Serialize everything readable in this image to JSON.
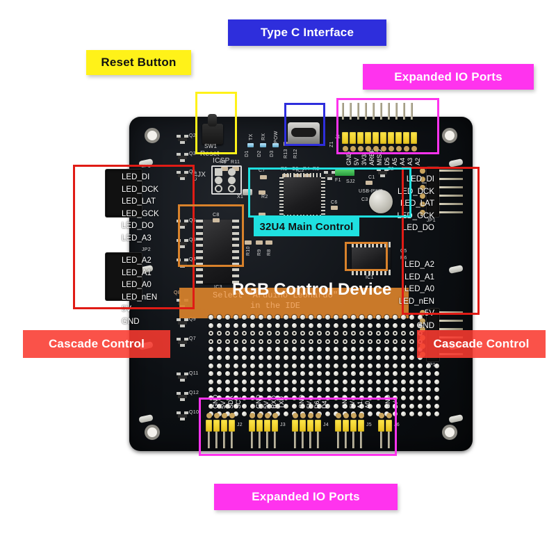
{
  "annotations": {
    "reset_button": {
      "label": "Reset Button",
      "color": "#FFF219",
      "text_color": "#111111"
    },
    "type_c": {
      "label": "Type C Interface",
      "color": "#2E2EDC",
      "text_color": "#ffffff"
    },
    "expanded_io_top": {
      "label": "Expanded IO Ports",
      "color": "#FF33EE",
      "text_color": "#ffffff"
    },
    "expanded_io_bottom": {
      "label": "Expanded IO Ports",
      "color": "#FF33EE",
      "text_color": "#ffffff"
    },
    "cascade_left": {
      "label": "Cascade Control",
      "color": "#F93A30",
      "text_color": "#ffffff"
    },
    "cascade_right": {
      "label": "Cascade Control",
      "color": "#F93A30",
      "text_color": "#ffffff"
    },
    "main_control": {
      "label": "32U4 Main Control",
      "color": "#1FE0E0",
      "text_color": "#111111"
    },
    "rgb_control": {
      "label": "RGB Control Device",
      "color": "#D9822B",
      "text_color": "#ffffff"
    }
  },
  "board": {
    "silkscreen_note_line1": "Select \"Arduino Leonardo\"",
    "silkscreen_note_line2": "in the IDE",
    "switch_ref": "SW1",
    "switch_label": "Reset",
    "icsp_label": "ICSP",
    "jx_label": "JX",
    "usb_pwr_label": "USB-PWR",
    "refs_top": [
      "TX",
      "RX",
      "POW",
      "D1",
      "D2",
      "D3",
      "R13",
      "R12",
      "R1",
      "R11",
      "R5",
      "C2",
      "R4",
      "R3",
      "Z1"
    ],
    "refs_center": [
      "C7",
      "IC2",
      "F1",
      "SJ2",
      "C1",
      "C3",
      "C6",
      "C4",
      "R2",
      "X1",
      "R7",
      "Z2"
    ],
    "refs_left": [
      "Q2",
      "Q3",
      "Q1",
      "C10",
      "Q5",
      "Q6",
      "Q4",
      "Q8",
      "Q9",
      "Q7",
      "Q11",
      "Q12",
      "Q10"
    ],
    "refs_rgb": [
      "C8",
      "IC3",
      "R10",
      "R9",
      "R8",
      "IC1",
      "C5",
      "R6"
    ],
    "left_connector_top_ref": "JP1",
    "left_connector_bottom_ref": "JP2",
    "right_connector_top_ref": "JP1",
    "right_connector_bottom_ref": "JP1"
  },
  "left_header_top": {
    "ref": "JP1",
    "pins": [
      "LED_DI",
      "LED_DCK",
      "LED_LAT",
      "LED_GCK",
      "LED_DO",
      "LED_A3"
    ]
  },
  "left_header_bottom": {
    "ref": "JP2",
    "pins": [
      "LED_A2",
      "LED_A1",
      "LED_A0",
      "LED_nEN",
      "5V",
      "GND"
    ]
  },
  "right_header_top": {
    "ref": "JP1",
    "pins": [
      "LED_DI",
      "LED_DCK",
      "LED_LAT",
      "LED_GCK",
      "LED_DO"
    ]
  },
  "right_header_bottom": {
    "ref": "JP1",
    "pins": [
      "LED_A2",
      "LED_A1",
      "LED_A0",
      "LED_nEN",
      "5V",
      "GND"
    ]
  },
  "top_header": {
    "ref": "J1",
    "pins": [
      "GND",
      "5V",
      "3V3",
      "AREF",
      "MISO",
      "D5",
      "A5",
      "A4",
      "A3",
      "A2"
    ]
  },
  "bottom_headers": [
    {
      "ref": "J2",
      "pins": [
        "GND",
        "5V",
        "SDA",
        "SCL"
      ]
    },
    {
      "ref": "J3",
      "pins": [
        "GND",
        "5V",
        "RXD",
        "TXD"
      ]
    },
    {
      "ref": "J4",
      "pins": [
        "GND",
        "5V",
        "D6",
        "D4"
      ]
    },
    {
      "ref": "J5",
      "pins": [
        "GND",
        "5V",
        "A1",
        "A0"
      ]
    },
    {
      "ref": "J6",
      "pins": [
        "GND",
        "5V"
      ]
    }
  ],
  "perfboard": {
    "columns": 28,
    "rows": 13
  }
}
